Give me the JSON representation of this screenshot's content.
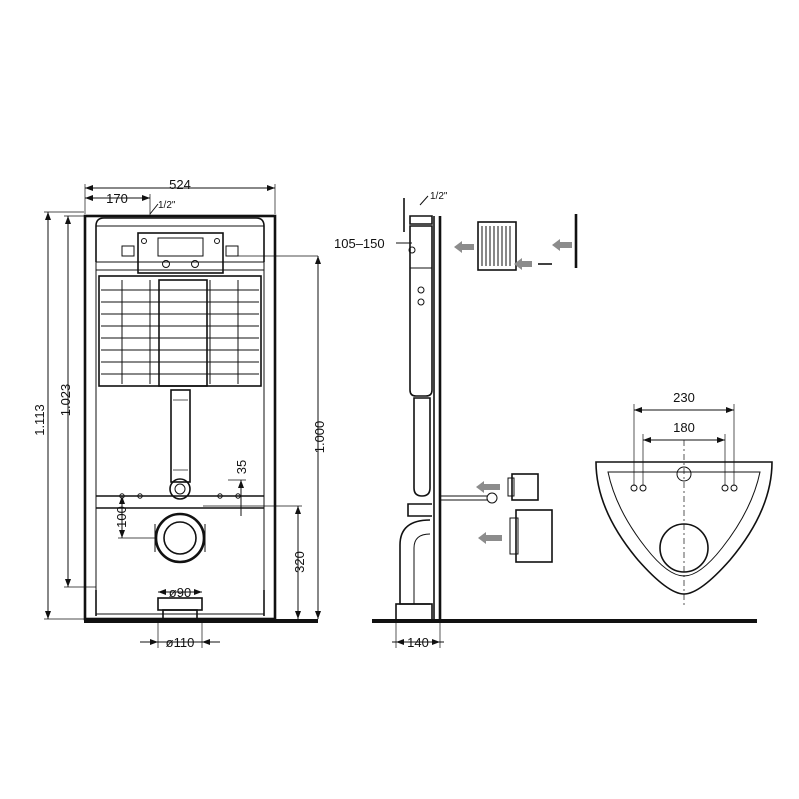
{
  "dimensions": {
    "frame_width": "524",
    "left_offset": "170",
    "pipe_inlet_front": "1/2\"",
    "pipe_inlet_side": "1/2\"",
    "total_height": "1.113",
    "frame_height": "1.023",
    "flush_height": "1.000",
    "bolt_offset": "35",
    "drain_spacing": "100",
    "drain_height": "320",
    "inlet_diameter": "ø90",
    "outlet_diameter": "ø110",
    "wall_depth": "105–150",
    "side_depth": "140",
    "bowl_outer": "230",
    "bowl_inner": "180"
  },
  "colors": {
    "line": "#111111",
    "arrow": "#8c8c8c",
    "background": "#ffffff"
  }
}
